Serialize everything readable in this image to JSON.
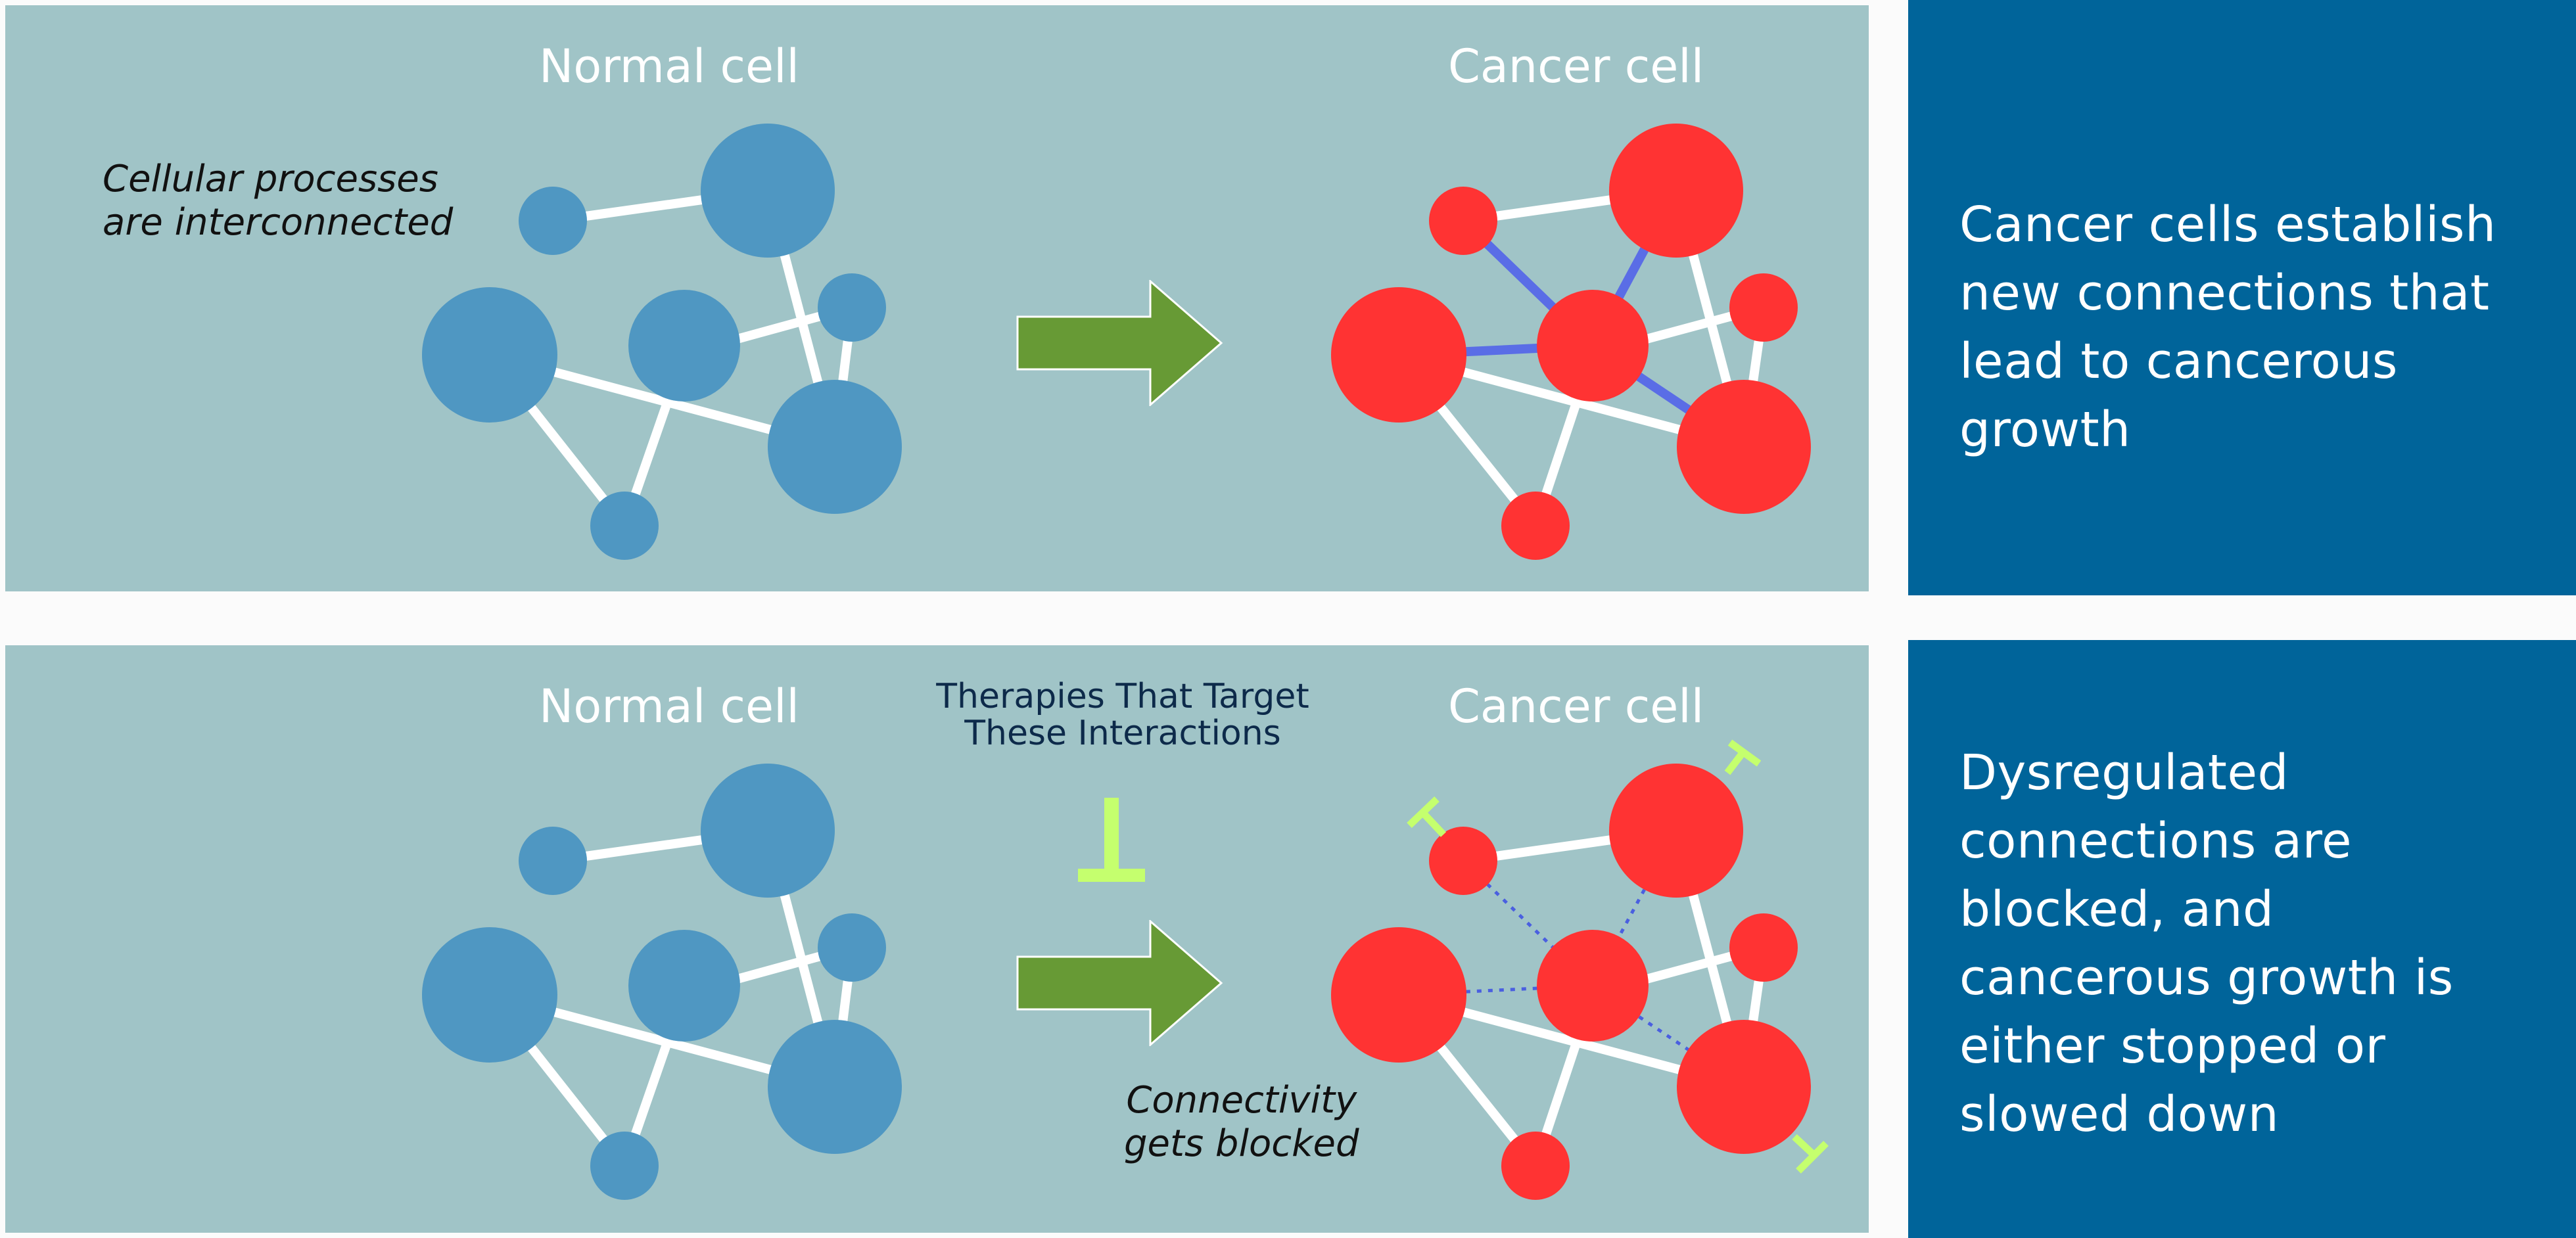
{
  "colors": {
    "panel_bg": "#a0c4c7",
    "side_bg": "#00649a",
    "normal_node": "#4f97c2",
    "cancer_node": "#ff3333",
    "new_connection": "#5a6de6",
    "arrow": "#679a35",
    "inhibitor": "#c5ff6e"
  },
  "top_panel": {
    "normal_label": "Normal cell",
    "cancer_label": "Cancer cell",
    "note": "Cellular processes\nare interconnected"
  },
  "top_side": {
    "text": "Cancer cells establish\nnew connections that\nlead to cancerous\ngrowth"
  },
  "bottom_panel": {
    "normal_label": "Normal cell",
    "cancer_label": "Cancer cell",
    "therapy": "Therapies That Target\nThese Interactions",
    "note": "Connectivity\ngets blocked"
  },
  "bottom_side": {
    "text": "Dysregulated\nconnections are\nblocked, and\ncancerous growth is\neither stopped or\nslowed down"
  },
  "icons": {
    "arrow": "right-arrow-icon",
    "inhibitor": "inhibition-t-bar-icon"
  }
}
